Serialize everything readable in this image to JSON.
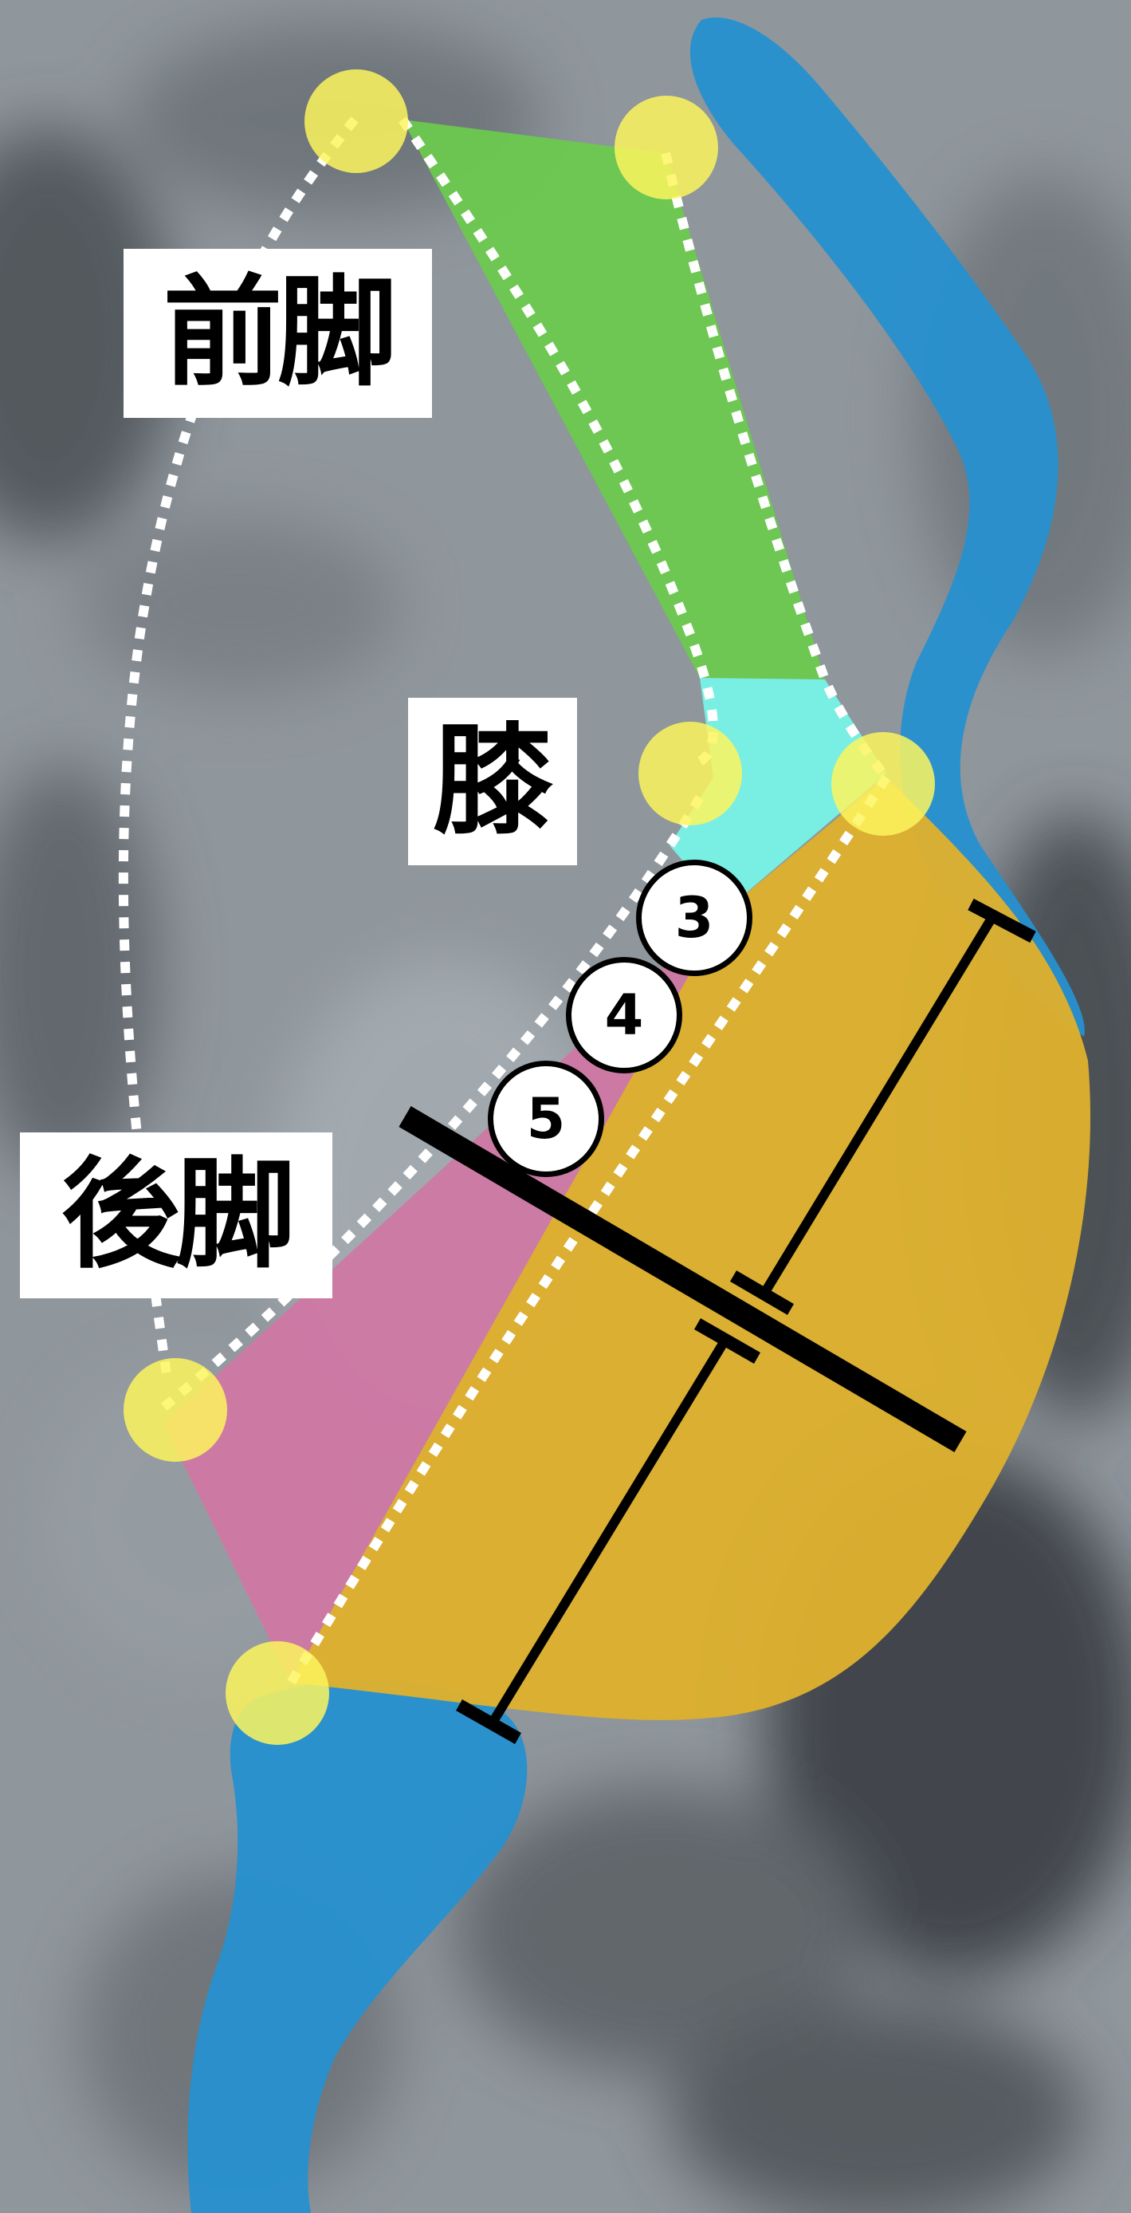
{
  "labels": {
    "front_leg": "前脚",
    "knee": "膝",
    "hind_leg": "後脚"
  },
  "vertebra_numbers": [
    "3",
    "4",
    "5"
  ],
  "colors": {
    "background": "#8d949a",
    "front_region": "#6cc94e",
    "knee_region": "#78f2e6",
    "hind_region": "#cf78a4",
    "body_region": "#dcb02e",
    "blue_shape": "#2690cf",
    "joint_marker": "#fdf55e",
    "guide_dots": "#ffffff",
    "measure_lines": "#000000"
  }
}
